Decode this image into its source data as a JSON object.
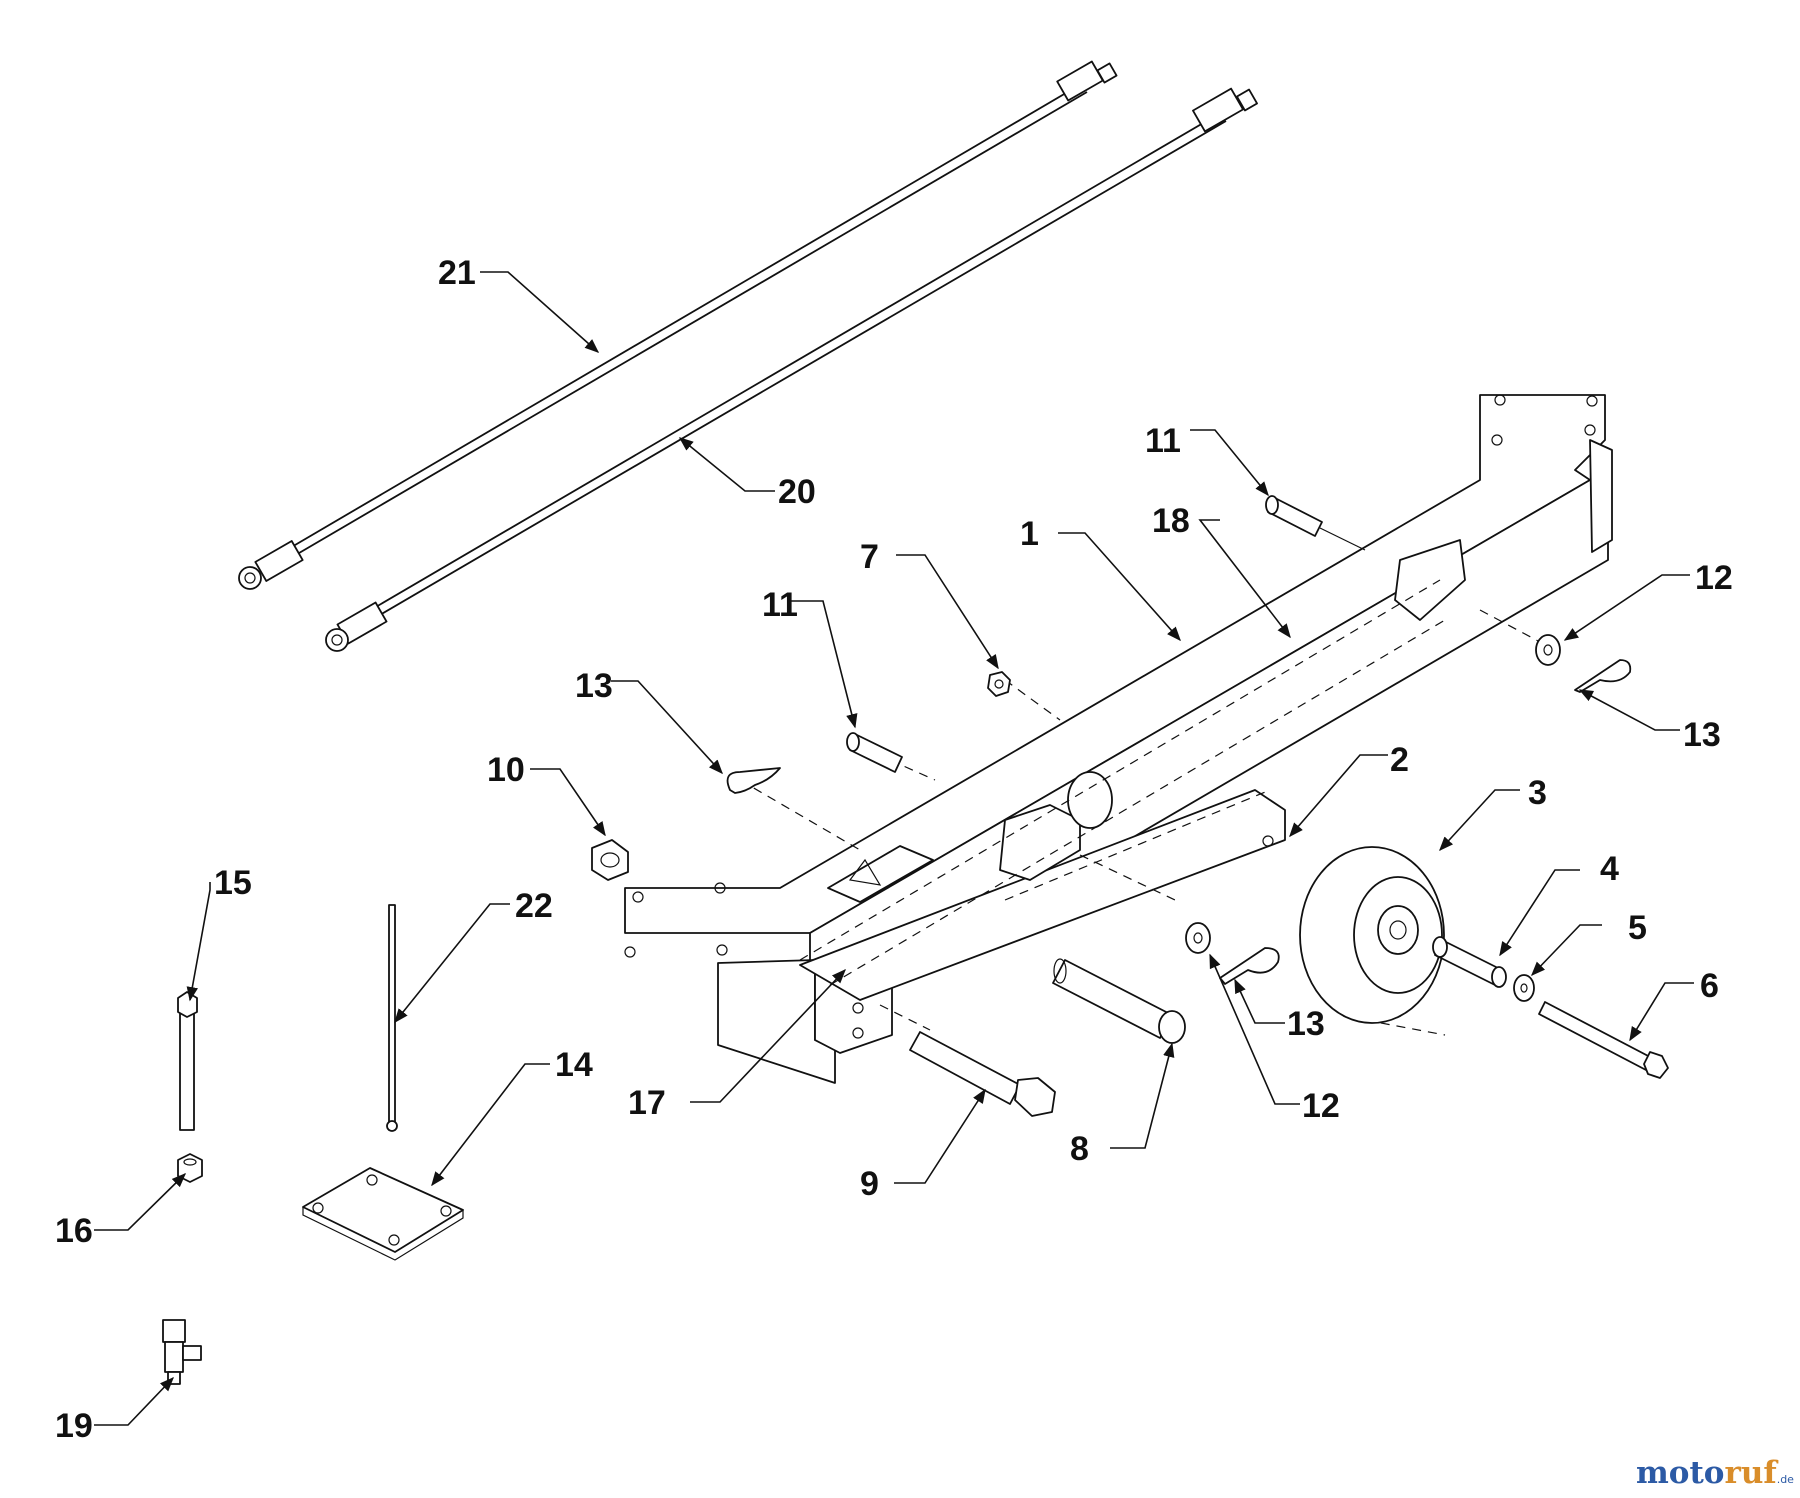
{
  "callouts": {
    "c1": "1",
    "c2": "2",
    "c3": "3",
    "c4": "4",
    "c5": "5",
    "c6": "6",
    "c7": "7",
    "c8": "8",
    "c9": "9",
    "c10": "10",
    "c11a": "11",
    "c11b": "11",
    "c12a": "12",
    "c12b": "12",
    "c13a": "13",
    "c13b": "13",
    "c13c": "13",
    "c14": "14",
    "c15": "15",
    "c16": "16",
    "c17": "17",
    "c18": "18",
    "c19": "19",
    "c20": "20",
    "c21": "21",
    "c22": "22"
  },
  "watermark": {
    "part1": "moto",
    "part2": "ruf",
    "suffix": ".de"
  }
}
